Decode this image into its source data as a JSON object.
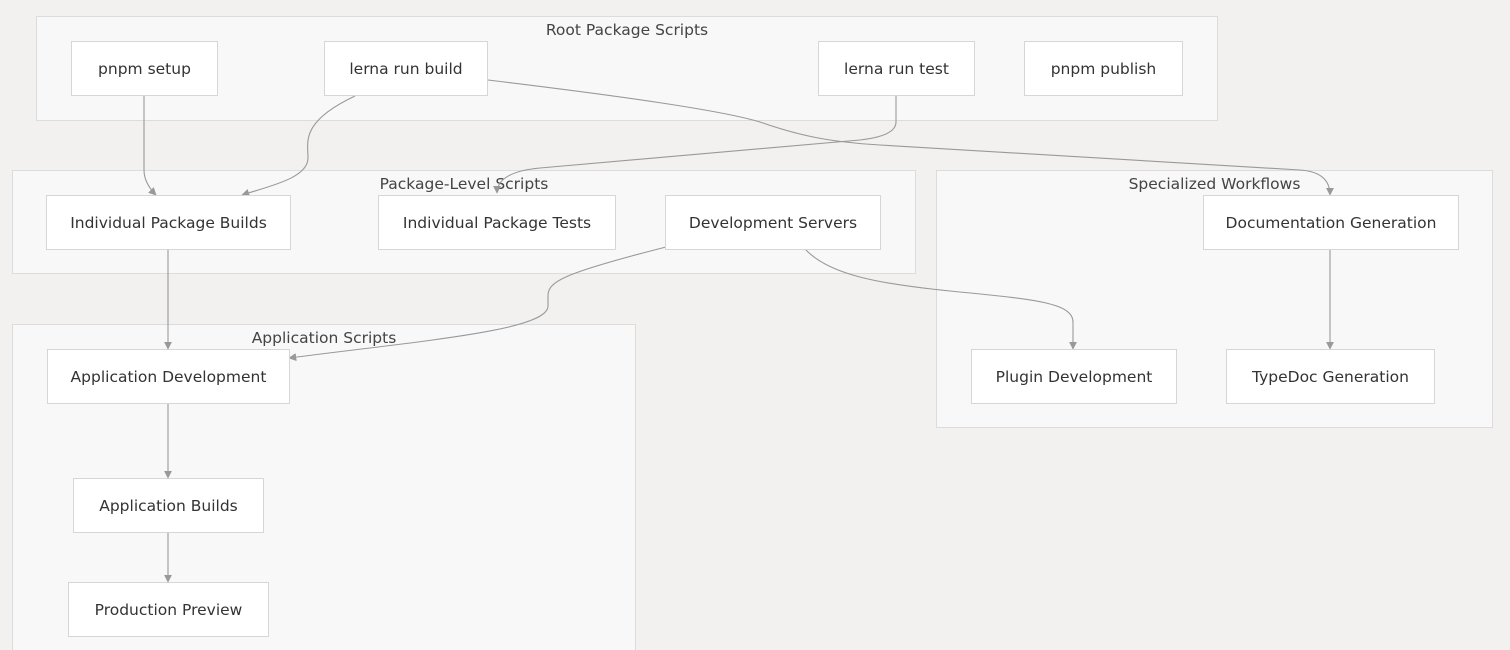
{
  "groups": {
    "root": {
      "title": "Root Package Scripts"
    },
    "package": {
      "title": "Package-Level Scripts"
    },
    "specialized": {
      "title": "Specialized Workflows"
    },
    "application": {
      "title": "Application Scripts"
    }
  },
  "nodes": {
    "pnpm_setup": "pnpm setup",
    "lerna_build": "lerna run build",
    "lerna_test": "lerna run test",
    "pnpm_publish": "pnpm publish",
    "pkg_builds": "Individual Package Builds",
    "pkg_tests": "Individual Package Tests",
    "dev_servers": "Development Servers",
    "doc_gen": "Documentation Generation",
    "app_dev": "Application Development",
    "plugin_dev": "Plugin Development",
    "typedoc": "TypeDoc Generation",
    "app_builds": "Application Builds",
    "prod_preview": "Production Preview"
  },
  "colors": {
    "background": "#f2f1ef",
    "group_fill": "#f8f8f8",
    "group_border": "#dcdcdc",
    "node_fill": "#ffffff",
    "node_border": "#d6d6d6",
    "edge": "#999999",
    "text": "#333333"
  },
  "edges": [
    {
      "from": "pnpm_setup",
      "to": "pkg_builds"
    },
    {
      "from": "lerna_build",
      "to": "pkg_builds"
    },
    {
      "from": "lerna_build",
      "to": "doc_gen"
    },
    {
      "from": "lerna_test",
      "to": "pkg_tests"
    },
    {
      "from": "pkg_builds",
      "to": "app_dev"
    },
    {
      "from": "dev_servers",
      "to": "app_dev"
    },
    {
      "from": "dev_servers",
      "to": "plugin_dev"
    },
    {
      "from": "doc_gen",
      "to": "typedoc"
    },
    {
      "from": "app_dev",
      "to": "app_builds"
    },
    {
      "from": "app_builds",
      "to": "prod_preview"
    }
  ]
}
